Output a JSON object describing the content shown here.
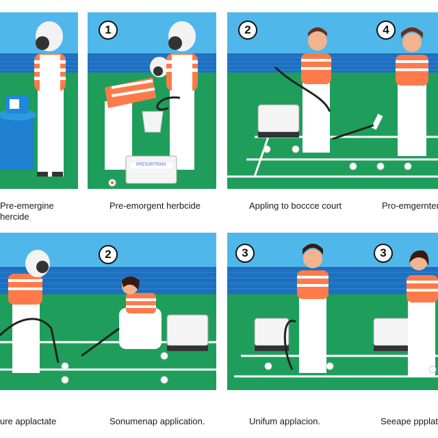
{
  "steps": {
    "p2": "1",
    "p3": "2",
    "p4": "4",
    "p6": "2",
    "p7": "3",
    "p8": "3"
  },
  "captions": {
    "p1_line1": "Pre-emergine",
    "p1_line2": "hercide",
    "p2": "Pre-emorgent herbcide",
    "p3": "Appling to boccce court",
    "p4": "Pro-emgernter",
    "p5": "ure applactate",
    "p6": "Sonumenap application.",
    "p7": "Unifum applacion.",
    "p8": "Seeape ppplat"
  },
  "labels": {
    "container_label": "PRESORTRING"
  }
}
